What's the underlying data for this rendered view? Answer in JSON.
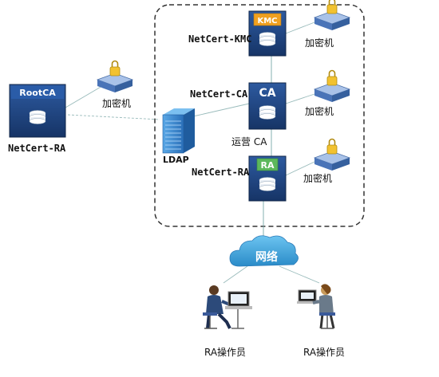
{
  "diagram": {
    "root": {
      "badge": "RootCA",
      "label": "NetCert-RA"
    },
    "kmc": {
      "badge": "KMC",
      "label": "NetCert-KMC"
    },
    "ca": {
      "badge": "CA",
      "label": "NetCert-CA",
      "sublabel": "运营 CA"
    },
    "ra": {
      "badge": "RA",
      "label": "NetCert-RA"
    },
    "ldap": {
      "label": "LDAP"
    },
    "encryptor_label": "加密机",
    "network_label": "网络",
    "operators": [
      {
        "label": "RA操作员"
      },
      {
        "label": "RA操作员"
      }
    ],
    "colors": {
      "server_body": "#1f3f7a",
      "kmc_badge": "#f0a020",
      "ra_badge": "#5cb85c",
      "cloud": "#3aa0d8",
      "ldap": "#3a8fd6",
      "encryptor": "#5a86c8"
    }
  }
}
